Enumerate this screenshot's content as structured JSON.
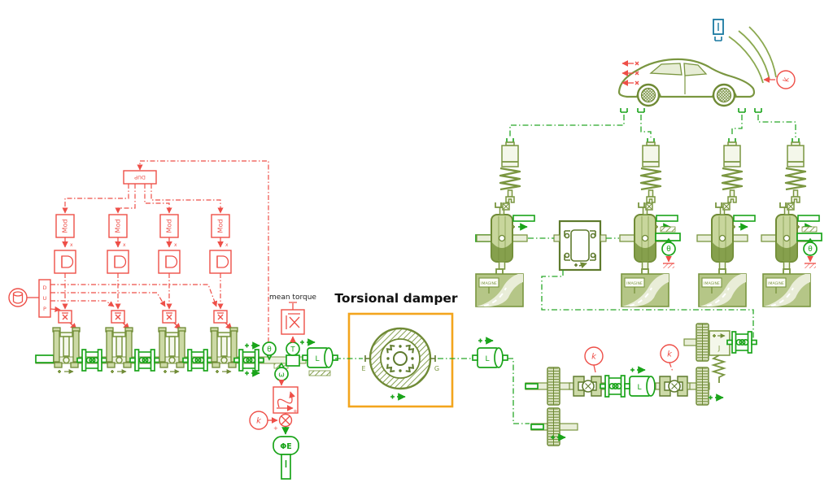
{
  "diagram": {
    "annotations": {
      "torsional_damper": "Torsional damper",
      "mean_torque": "mean torque"
    },
    "blocks": {
      "duplicator": "DUP",
      "modulator": "Mod",
      "multiply": "x",
      "road_sign": "IMAGINE",
      "inertia": "L",
      "joint_block": "J",
      "motion_source": "ΦΕ",
      "damper_port_left": "E",
      "damper_port_right": "G"
    },
    "sensors": {
      "angle": "θ",
      "speed": "ω",
      "torque": "T",
      "gain": "k"
    },
    "colors": {
      "signal_red": "#ee4f48",
      "mechanical_green": "#1aa41a",
      "multibody_olive": "#7a9640",
      "highlight_orange": "#f3a51d",
      "port_blue": "#1878a0"
    }
  }
}
